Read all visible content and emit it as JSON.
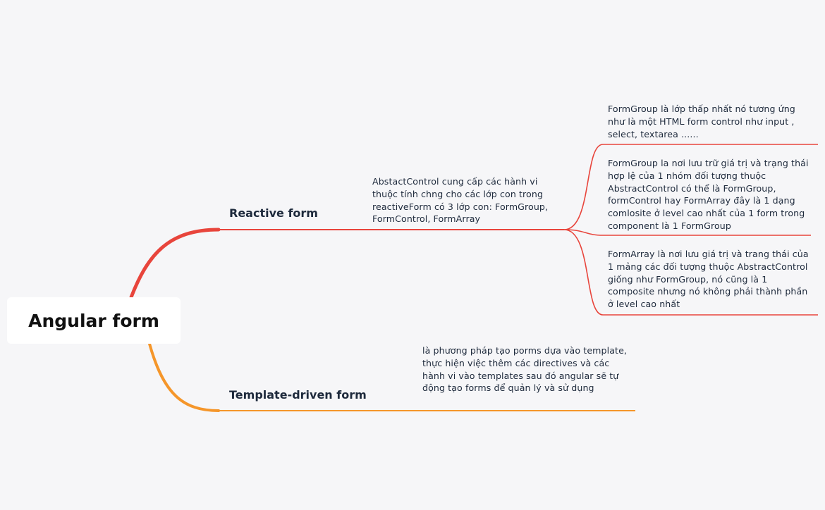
{
  "root": {
    "label": "Angular form"
  },
  "branches": [
    {
      "label": "Reactive form",
      "color": "#e8453c",
      "note": "AbstactControl cung cấp các hành vi thuộc tính chng cho các lớp con trong reactiveForm có 3 lớp con: FormGroup, FormControl, FormArray",
      "children": [
        {
          "text": "FormGroup là lớp thấp nhất nó tương ứng như là một HTML form control như input , select, textarea ......"
        },
        {
          "text": "FormGroup la nơi lưu trữ giá trị và trạng thái hợp lệ của 1 nhóm đối tượng thuộc AbstractControl có thể là FormGroup, formControl hay FormArray đây là 1 dạng comlosite ở level cao nhất của 1 form trong component là 1 FormGroup"
        },
        {
          "text": "FormArray là nơi lưu giá trị và trang thái của 1 mảng các đối tượng thuộc AbstractControl giống như FormGroup, nó cũng là 1 composite nhưng nó không phải thành phần ở level cao nhất"
        }
      ]
    },
    {
      "label": "Template-driven form",
      "color": "#f5962a",
      "note": "là phương pháp tạo porms dựa vào template, thực hiện việc thêm các directives và các hành vi vào templates sau đó angular sẽ tự động tạo forms để quản lý và sử dụng"
    }
  ]
}
